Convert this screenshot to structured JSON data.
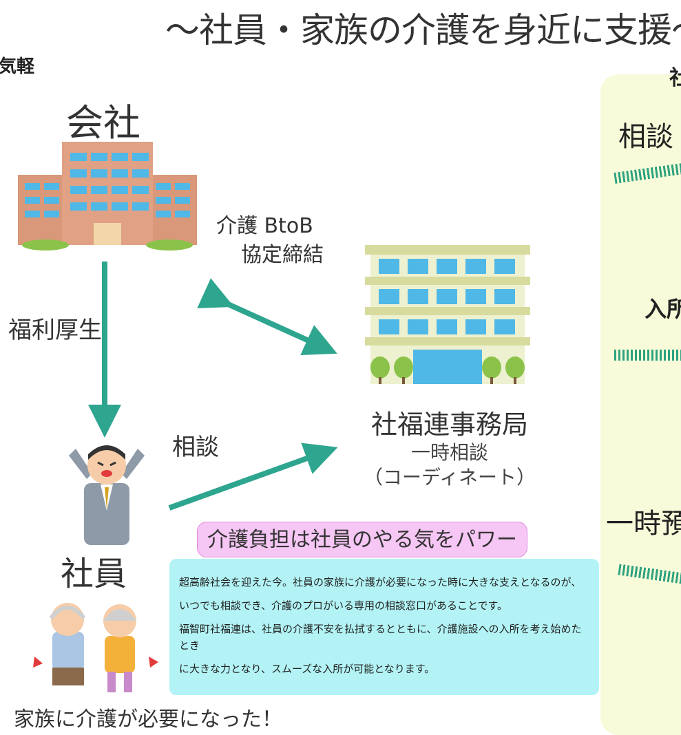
{
  "title": "〜社員・家族の介護を身近に支援〜",
  "left_fragment": "気軽",
  "company": {
    "label": "会社"
  },
  "links": {
    "welfare": "福利厚生",
    "agreement_line1": "介護 BtoB",
    "agreement_line2": "協定締結",
    "consult": "相談"
  },
  "office": {
    "name": "社福連事務局",
    "sub1": "一時相談",
    "sub2": "（コーディネート）"
  },
  "employee": {
    "label": "社員"
  },
  "burden": {
    "headline": "介護負担は社員のやる気をパワーダウン"
  },
  "info": {
    "line1": "超高齢社会を迎えた今。社員の家族に介護が必要になった時に大きな支えとなるのが、",
    "line2": "いつでも相談でき、介護のプロがいる専用の相談窓口があることです。",
    "line3": "福智町社福連は、社員の介護不安を払拭するとともに、介護施設への入所を考え始めたとき",
    "line4": "に大きな力となり、スムーズな入所が可能となります。"
  },
  "family": {
    "caption": "家族に介護が必要になった！"
  },
  "right_panel": {
    "top": "社",
    "item1": "相談",
    "item2": "入所",
    "item3": "一時預"
  },
  "colors": {
    "arrow": "#2ea58f",
    "building": "#d9987a",
    "office": "#d7dc9e",
    "window": "#4fb8e6",
    "pill": "#f6c6f4",
    "info": "#b3f3f5",
    "panel": "#f8fbd9"
  }
}
